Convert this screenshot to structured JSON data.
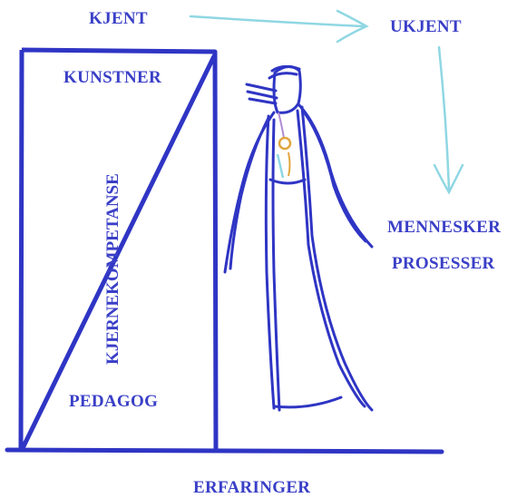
{
  "labels": {
    "known": "KJENT",
    "unknown": "UKJENT",
    "artist": "KUNSTNER",
    "core_competence": "KJERNEKOMPETANSE",
    "pedagogue": "PEDAGOG",
    "people": "MENNESKER",
    "processes": "PROSESSER",
    "experiences": "ERFARINGER"
  },
  "colors": {
    "ink": "#2f35c4",
    "arrow": "#8fd7e3",
    "pendant": "#e0a640"
  },
  "icons": {
    "figure": "standing-person-sketch",
    "arrow": "hand-drawn-arrow"
  }
}
